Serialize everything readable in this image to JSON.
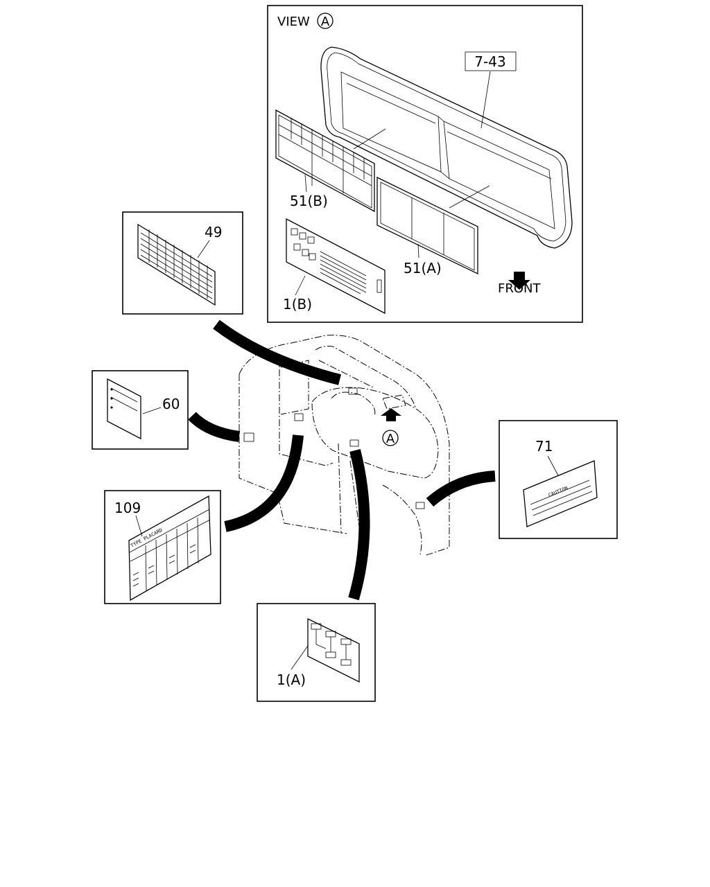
{
  "view_box": {
    "title": "VIEW",
    "view_marker": "A"
  },
  "callouts": {
    "part_7_43": "7-43",
    "part_51b": "51(B)",
    "part_51a": "51(A)",
    "part_1b": "1(B)",
    "part_49": "49",
    "part_60": "60",
    "part_109": "109",
    "part_71": "71",
    "part_1a": "1(A)"
  },
  "direction_label": "FRONT",
  "view_pointer_marker": "A",
  "label_texts": {
    "caution": "CAUTION",
    "placard": "TYPE  PLACARD"
  }
}
